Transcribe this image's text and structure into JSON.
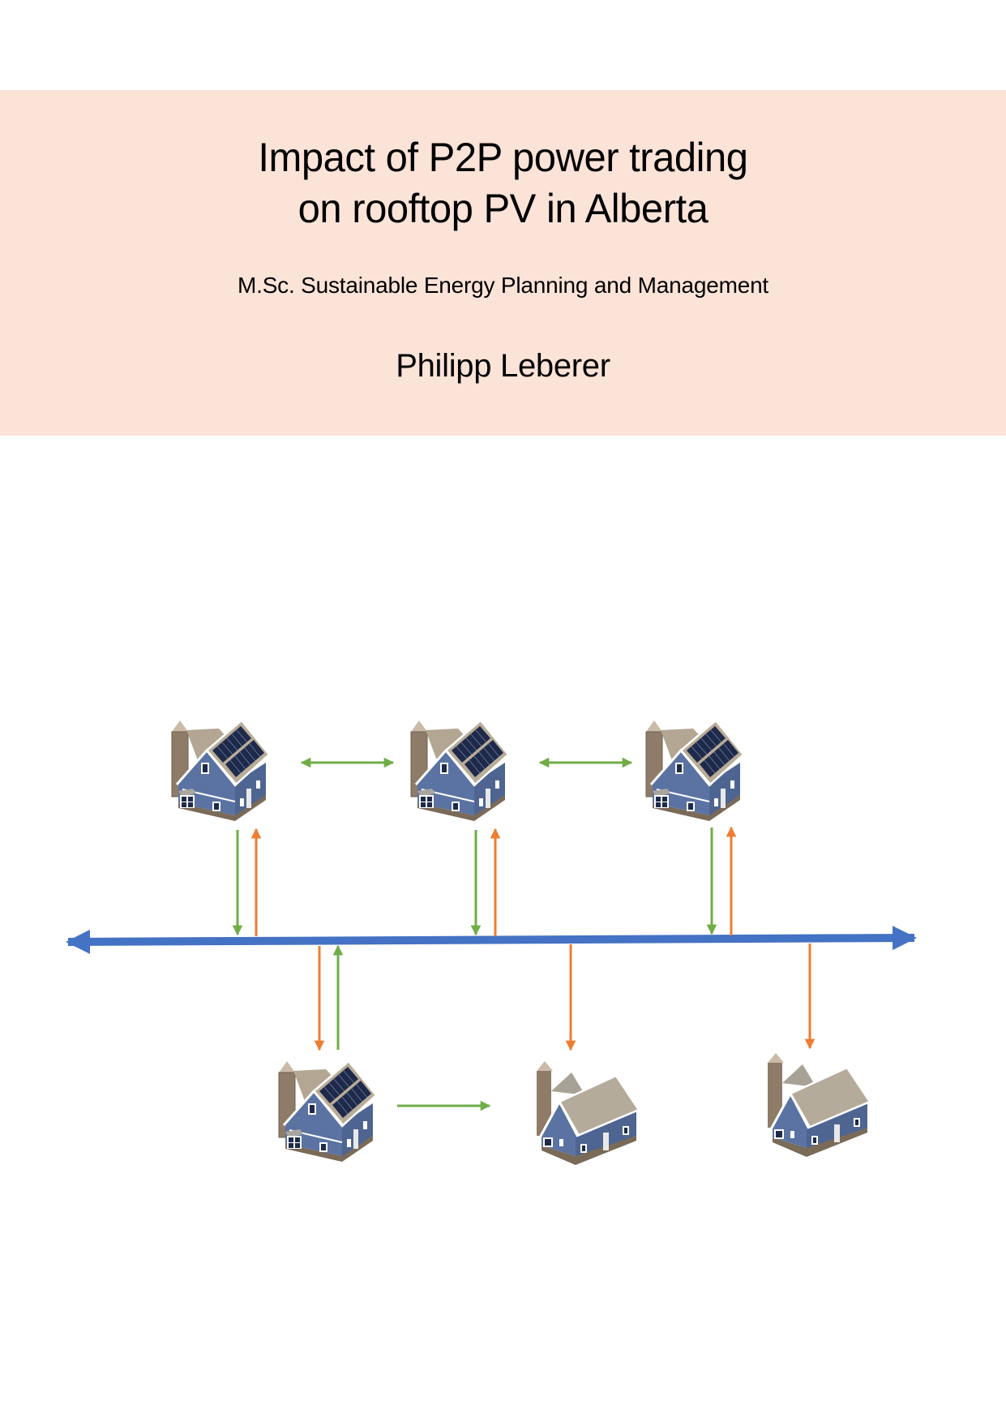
{
  "cover": {
    "title_line1": "Impact of P2P power trading",
    "title_line2": "on rooftop PV in Alberta",
    "subtitle": "M.Sc. Sustainable Energy Planning and Management",
    "author": "Philipp Leberer",
    "band_color": "#FCE3D8"
  },
  "diagram": {
    "colors": {
      "grid_line": "#4472C4",
      "green_flow": "#70AD47",
      "orange_flow": "#ED7D31",
      "wall": "#5B73A3",
      "roof": "#B9AC98",
      "panel": "#1F2A4A",
      "chimney": "#8E7C68"
    },
    "houses": [
      {
        "id": "house-top-1",
        "row": "top",
        "has_pv": true
      },
      {
        "id": "house-top-2",
        "row": "top",
        "has_pv": true
      },
      {
        "id": "house-top-3",
        "row": "top",
        "has_pv": true
      },
      {
        "id": "house-bottom-1",
        "row": "bottom",
        "has_pv": true
      },
      {
        "id": "house-bottom-2",
        "row": "bottom",
        "has_pv": false
      },
      {
        "id": "house-bottom-3",
        "row": "bottom",
        "has_pv": false
      }
    ],
    "flows": [
      {
        "from": "house-top-1",
        "to": "house-top-2",
        "color": "green",
        "direction": "bidirectional"
      },
      {
        "from": "house-top-2",
        "to": "house-top-3",
        "color": "green",
        "direction": "bidirectional"
      },
      {
        "from": "house-top-1",
        "to": "grid",
        "color": "green"
      },
      {
        "from": "grid",
        "to": "house-top-1",
        "color": "orange"
      },
      {
        "from": "house-top-2",
        "to": "grid",
        "color": "green"
      },
      {
        "from": "grid",
        "to": "house-top-2",
        "color": "orange"
      },
      {
        "from": "house-top-3",
        "to": "grid",
        "color": "green"
      },
      {
        "from": "grid",
        "to": "house-top-3",
        "color": "orange"
      },
      {
        "from": "grid",
        "to": "house-bottom-1",
        "color": "orange"
      },
      {
        "from": "house-bottom-1",
        "to": "grid",
        "color": "green"
      },
      {
        "from": "house-bottom-1",
        "to": "house-bottom-2",
        "color": "green"
      },
      {
        "from": "grid",
        "to": "house-bottom-2",
        "color": "orange"
      },
      {
        "from": "grid",
        "to": "house-bottom-3",
        "color": "orange"
      }
    ]
  }
}
